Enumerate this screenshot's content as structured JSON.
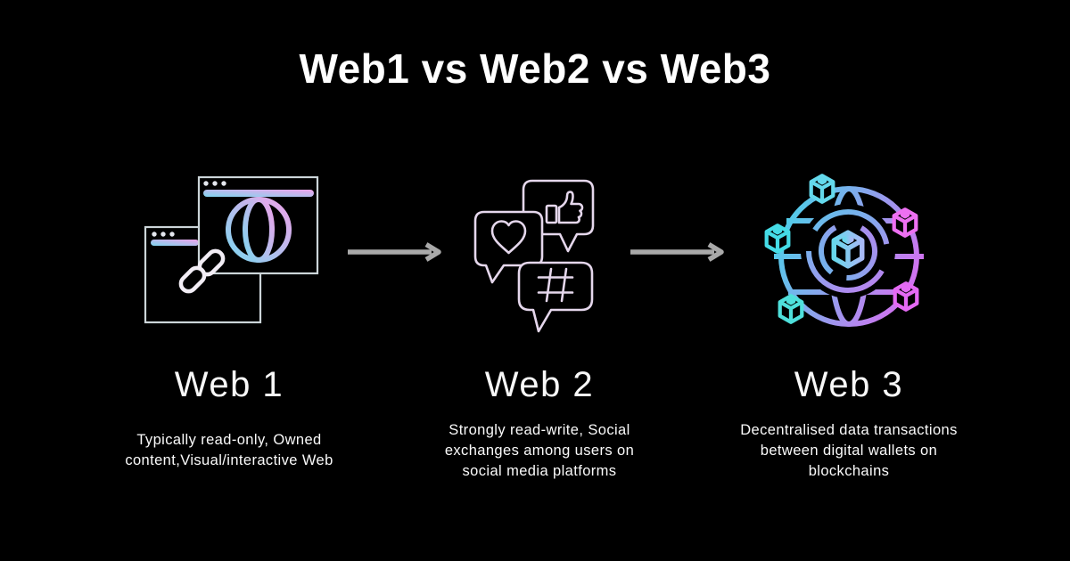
{
  "title": "Web1 vs Web2 vs Web3",
  "columns": [
    {
      "id": "web1",
      "heading": "Web 1",
      "description": "Typically read-only, Owned\ncontent,Visual/interactive Web",
      "icon": "browser-windows-globe-link-icon"
    },
    {
      "id": "web2",
      "heading": "Web 2",
      "description": "Strongly read-write, Social\nexchanges among users on\nsocial media platforms",
      "icon": "social-chat-bubbles-icon"
    },
    {
      "id": "web3",
      "heading": "Web 3",
      "description": "Decentralised data transactions\nbetween digital wallets on\nblockchains",
      "icon": "blockchain-globe-icon"
    }
  ],
  "colors": {
    "background": "#000000",
    "title_text": "#ffffff",
    "heading_text": "#f8f8f8",
    "description_text": "#fafafa",
    "arrow": "#a9a9a9",
    "web1_gradient_start": "#7fd6f0",
    "web1_gradient_end": "#efa3ea",
    "web2_bubble_stroke": "#e5d7ec",
    "web3_gradient_start": "#3fd9e9",
    "web3_gradient_end": "#e863f2",
    "window_stroke": "#ccd5d9",
    "window_dot_fill": "#e4e7ee",
    "chain_stroke": "#f2edf5"
  }
}
